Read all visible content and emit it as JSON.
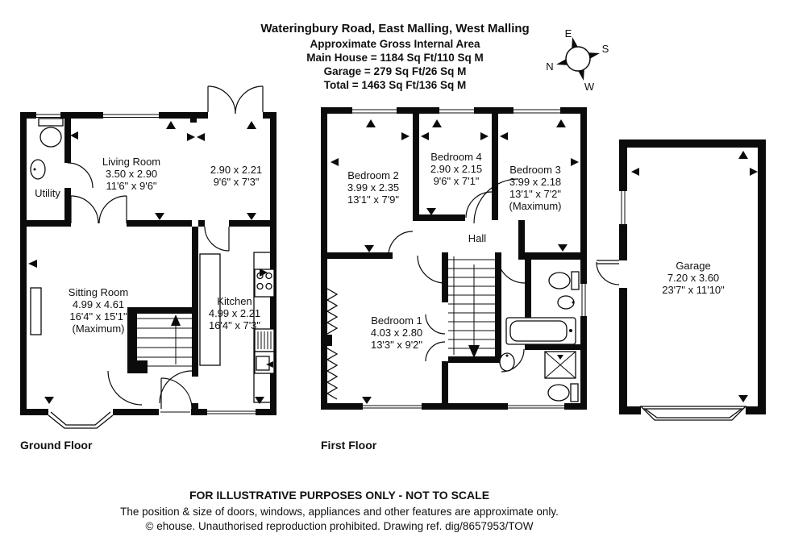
{
  "header": {
    "title": "Wateringbury Road, East Malling, West Malling",
    "subtitle": "Approximate Gross Internal Area",
    "line_main": "Main House = 1184 Sq Ft/110 Sq M",
    "line_garage": "Garage = 279 Sq Ft/26 Sq M",
    "line_total": "Total = 1463 Sq Ft/136 Sq M"
  },
  "compass": {
    "n": "N",
    "e": "E",
    "s": "S",
    "w": "W"
  },
  "floors": {
    "ground": {
      "label": "Ground Floor",
      "rooms": {
        "utility": {
          "name": "Utility"
        },
        "living": {
          "name": "Living Room",
          "metric": "3.50 x 2.90",
          "imperial": "11'6\" x 9'6\""
        },
        "conservatory": {
          "metric": "2.90 x 2.21",
          "imperial": "9'6\" x 7'3\""
        },
        "sitting": {
          "name": "Sitting Room",
          "metric": "4.99 x 4.61",
          "imperial": "16'4\" x 15'1\"",
          "note": "(Maximum)"
        },
        "kitchen": {
          "name": "Kitchen",
          "metric": "4.99 x 2.21",
          "imperial": "16'4\" x 7'3\""
        }
      }
    },
    "first": {
      "label": "First Floor",
      "rooms": {
        "bedroom2": {
          "name": "Bedroom 2",
          "metric": "3.99 x 2.35",
          "imperial": "13'1\" x 7'9\""
        },
        "bedroom4": {
          "name": "Bedroom 4",
          "metric": "2.90 x 2.15",
          "imperial": "9'6\" x 7'1\""
        },
        "bedroom3": {
          "name": "Bedroom 3",
          "metric": "3.99 x 2.18",
          "imperial": "13'1\" x 7'2\"",
          "note": "(Maximum)"
        },
        "hall": {
          "name": "Hall"
        },
        "bedroom1": {
          "name": "Bedroom 1",
          "metric": "4.03 x 2.80",
          "imperial": "13'3\" x 9'2\""
        }
      }
    },
    "garage": {
      "rooms": {
        "garage": {
          "name": "Garage",
          "metric": "7.20 x 3.60",
          "imperial": "23'7\" x 11'10\""
        }
      }
    }
  },
  "footer": {
    "line1": "FOR ILLUSTRATIVE PURPOSES ONLY - NOT TO SCALE",
    "line2": "The position & size of doors, windows, appliances and other features are approximate only.",
    "line3": "© ehouse. Unauthorised reproduction prohibited. Drawing ref. dig/8657953/TOW"
  }
}
